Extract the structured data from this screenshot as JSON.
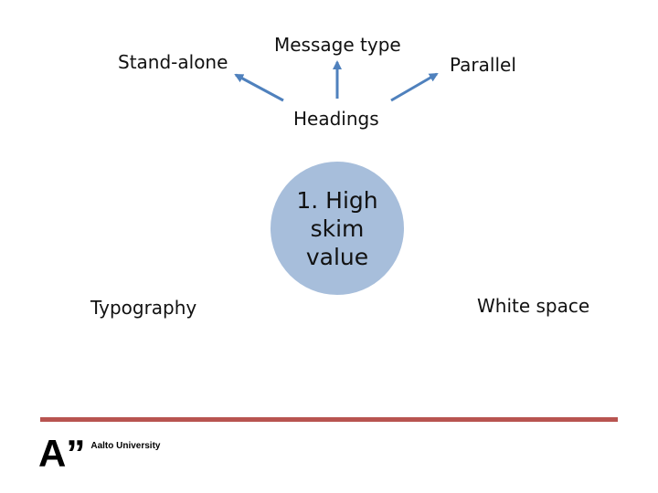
{
  "diagram": {
    "center": {
      "lines": [
        "1. High",
        "skim",
        "value"
      ]
    },
    "labels": {
      "headings": "Headings",
      "stand_alone": "Stand-alone",
      "message_type": "Message type",
      "parallel": "Parallel",
      "typography": "Typography",
      "white_space": "White space"
    },
    "colors": {
      "circle_fill": "#a7bedb",
      "arrow": "#4f81bd",
      "divider": "#b85450"
    }
  },
  "footer": {
    "logo_mark": "A”",
    "logo_text": "Aalto University"
  }
}
